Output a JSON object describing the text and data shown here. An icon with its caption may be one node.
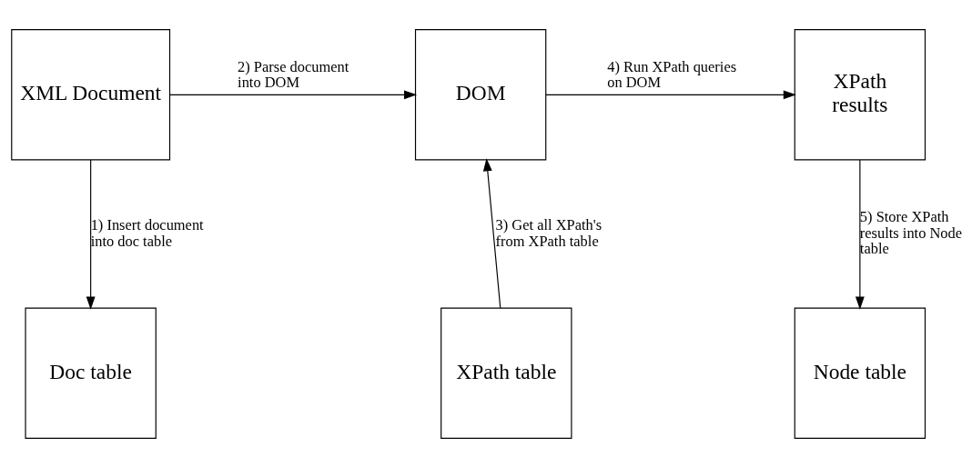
{
  "diagram": {
    "nodes": [
      {
        "text": [
          "XML Document"
        ]
      },
      {
        "text": [
          "DOM"
        ]
      },
      {
        "text": [
          "XPath results"
        ]
      },
      {
        "text": [
          "Doc table"
        ]
      },
      {
        "text": [
          "XPath table"
        ]
      },
      {
        "text": [
          "Node table"
        ]
      }
    ],
    "edges": [
      {
        "from": 0,
        "to": 1,
        "arrow": "to",
        "label": "2) Parse document into DOM"
      },
      {
        "from": 1,
        "to": 2,
        "arrow": "to",
        "label": "4) Run XPath queries on DOM"
      },
      {
        "from": 0,
        "to": 3,
        "arrow": "to",
        "label": "1) Insert document into doc table"
      },
      {
        "from": 4,
        "to": 1,
        "arrow": "to",
        "label": "3) Get all XPath's from XPath table"
      },
      {
        "from": 2,
        "to": 5,
        "arrow": "to",
        "label": "5) Store XPath results into Node table"
      }
    ]
  }
}
